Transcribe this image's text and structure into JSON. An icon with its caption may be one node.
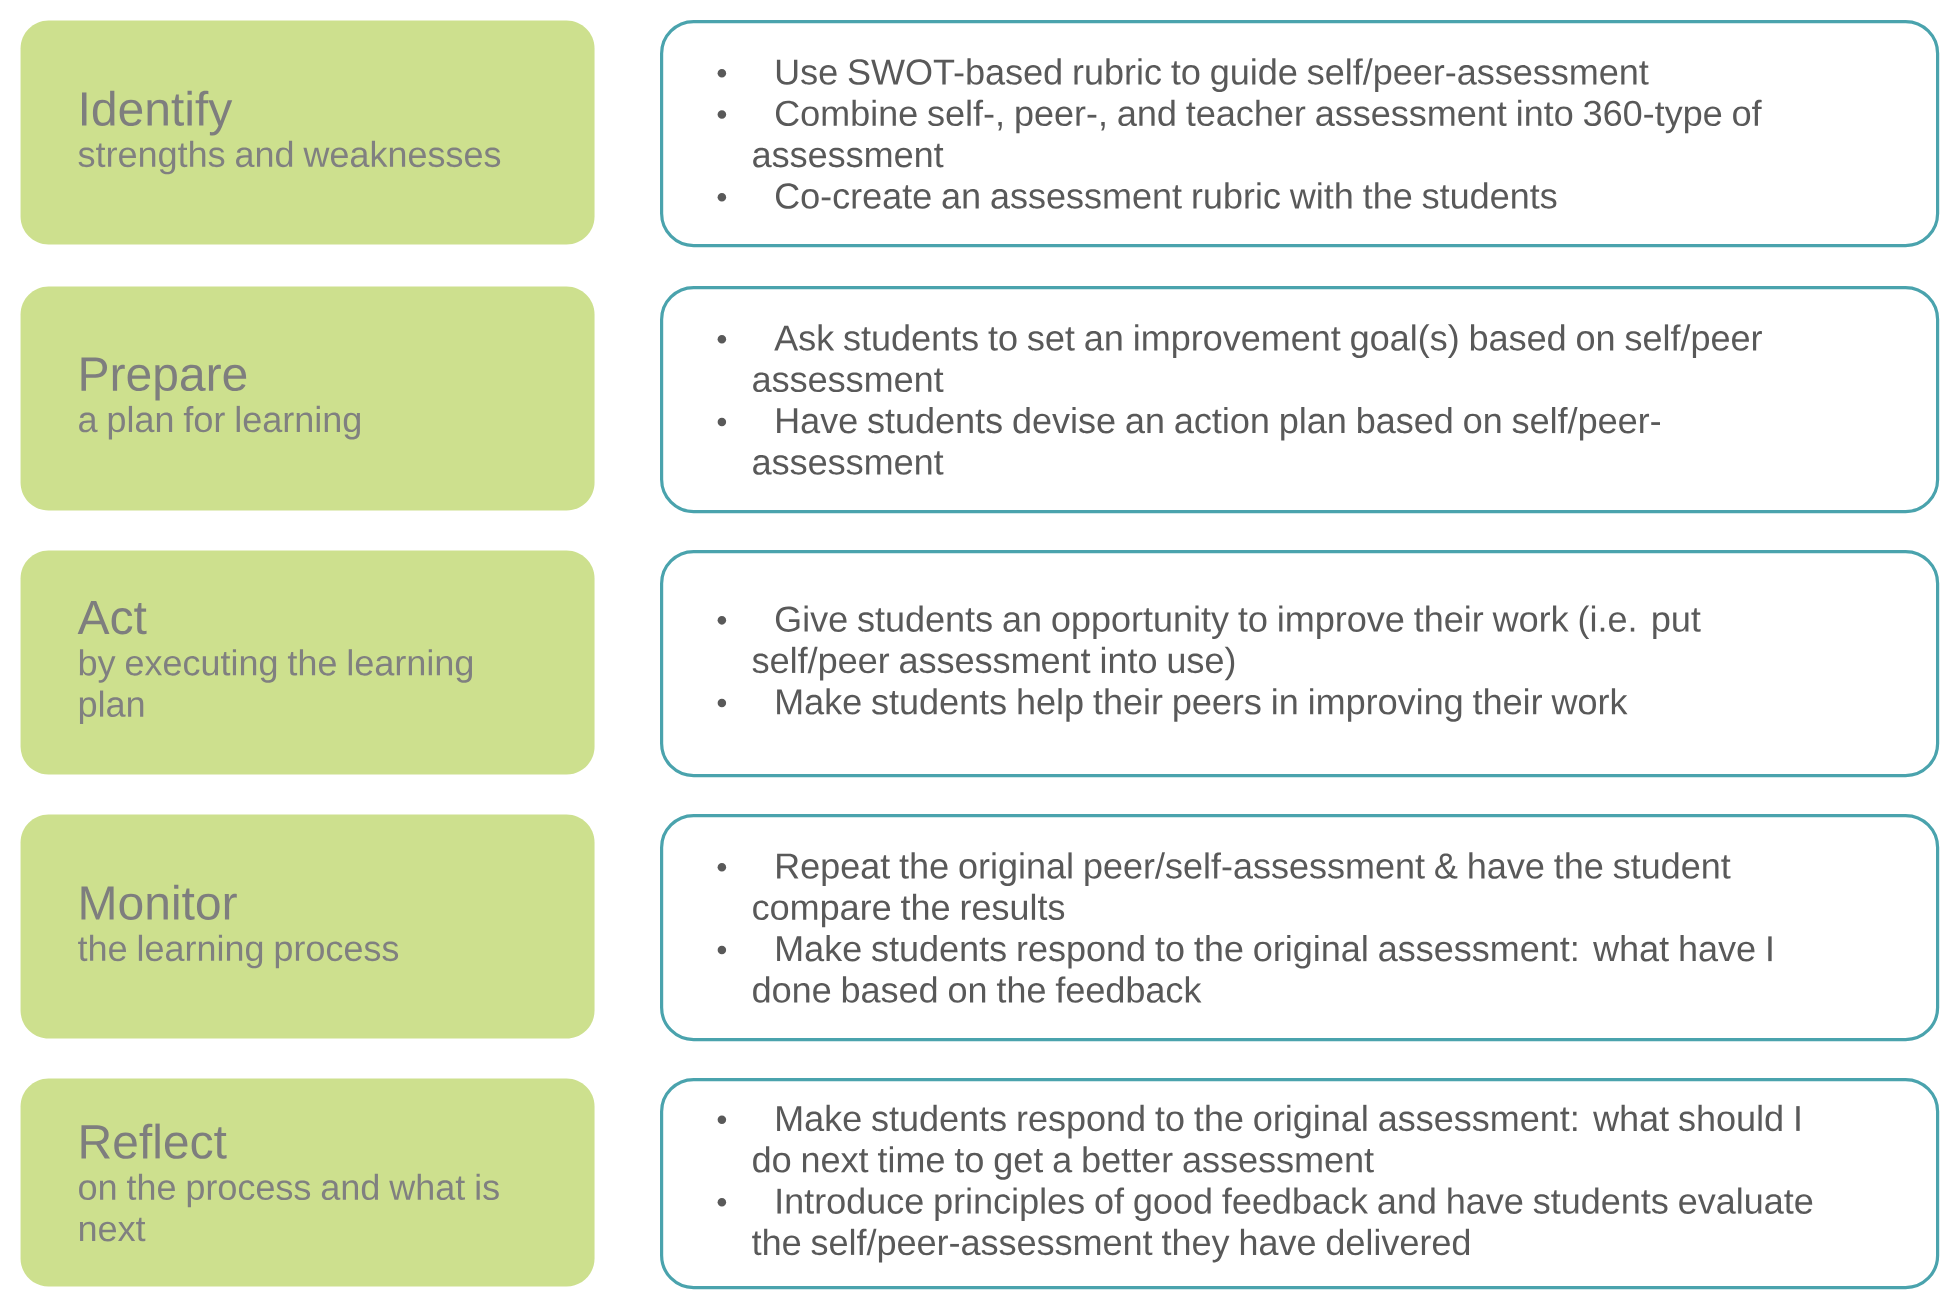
{
  "diagram": {
    "nodes": [
      {
        "text": [
          "Identify",
          "strengths and weaknesses"
        ]
      },
      {
        "text": [
          "Use SWOT-based rubric to guide self/peer-assessment",
          "Combine self-, peer-, and teacher assessment into 360-type of assessment",
          "Co-create an assessment rubric with the students"
        ]
      },
      {
        "text": [
          "Prepare",
          "a plan for learning"
        ]
      },
      {
        "text": [
          "Ask students to set an improvement goal(s) based on self/peer assessment",
          "Have students devise an action plan based on self/peer-assessment"
        ]
      },
      {
        "text": [
          "Act",
          "by executing the learning plan"
        ]
      },
      {
        "text": [
          "Give students an opportunity to improve their work (i.e. put self/peer assessment into use)",
          "Make students help their peers in improving their work"
        ]
      },
      {
        "text": [
          "Monitor",
          "the learning process"
        ]
      },
      {
        "text": [
          "Repeat the original peer/self-assessment & have the student compare the results",
          "Make students respond to the original assessment: what have I done based on the feedback"
        ]
      },
      {
        "text": [
          "Reflect",
          "on the process and what is next"
        ]
      },
      {
        "text": [
          "Make students respond to the original assessment: what should I do next time to get a better assessment",
          "Introduce principles of good feedback and have students evaluate the self/peer-assessment they have delivered"
        ]
      }
    ]
  }
}
